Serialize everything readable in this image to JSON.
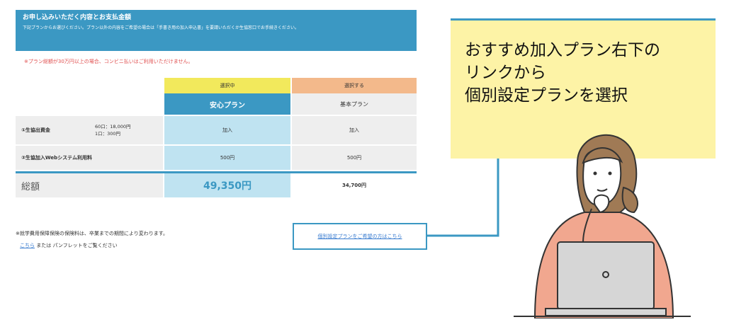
{
  "header": {
    "title": "お申し込みいただく内容とお支払金額",
    "description": "下記プランからお選びください。プラン以外の内容をご希望の場合は「手書き用の加入申込書」を要請いただくか生協窓口でお手続きください。"
  },
  "warning": "※プラン総額が30万円以上の場合、コンビニ払いはご利用いただけません。",
  "plans": {
    "col1_tag": "選択中",
    "col1_name": "安心プラン",
    "col2_tag": "選択する",
    "col2_name": "基本プラン"
  },
  "rows": {
    "r1_label": "①生協出資金",
    "r1_sub1": "60口：18,000円",
    "r1_sub2": "1口：300円",
    "r1_col1": "加入",
    "r1_col2": "加入",
    "r2_label": "②生協加入Webシステム利用料",
    "r2_col1": "500円",
    "r2_col2": "500円",
    "total_label": "総額",
    "total_col1": "49,350円",
    "total_col2": "34,700円"
  },
  "footer": {
    "note": "※就学費用保障保険の保険料は、卒業までの期間により変わります。",
    "link1": "こちら",
    "middle": "または",
    "tail": "パンフレットをご覧ください",
    "custom_link": "個別設定プランをご希望の方はこちら"
  },
  "callout": {
    "line1": "おすすめ加入プラン右下の",
    "line2": "リンクから",
    "line3": "個別設定プランを選択"
  },
  "colors": {
    "accent": "#3b98c3",
    "selected_tag": "#f2e95c",
    "other_tag": "#f3b98b",
    "highlight": "#bfe3f1",
    "callout_bg": "#fdf3a6",
    "person_sweater": "#f1a78f"
  }
}
